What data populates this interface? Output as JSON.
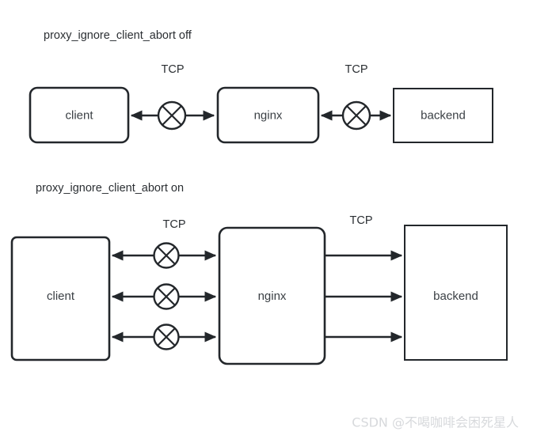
{
  "page": {
    "title": "proxy_ignore_client_abort nginx connection diagram",
    "background": "#ffffff",
    "stroke_color": "#23272b",
    "label_color": "#3b4045",
    "watermark_color": "#d7d9dc"
  },
  "sections": [
    {
      "id": "off",
      "heading": "proxy_ignore_client_abort off",
      "nodes": [
        {
          "id": "client",
          "label": "client",
          "shape": "rounded-rect"
        },
        {
          "id": "nginx",
          "label": "nginx",
          "shape": "rounded-rect"
        },
        {
          "id": "backend",
          "label": "backend",
          "shape": "rect"
        }
      ],
      "connections": [
        {
          "from": "client",
          "to": "nginx",
          "label": "TCP",
          "direction": "both",
          "marker": "x-circle"
        },
        {
          "from": "nginx",
          "to": "backend",
          "label": "TCP",
          "direction": "both",
          "marker": "x-circle"
        }
      ]
    },
    {
      "id": "on",
      "heading": "proxy_ignore_client_abort on",
      "nodes": [
        {
          "id": "client",
          "label": "client",
          "shape": "rounded-rect"
        },
        {
          "id": "nginx",
          "label": "nginx",
          "shape": "rounded-rect"
        },
        {
          "id": "backend",
          "label": "backend",
          "shape": "rect"
        }
      ],
      "connections": [
        {
          "from": "client",
          "to": "nginx",
          "label": "TCP",
          "direction": "both",
          "marker": "x-circle",
          "count": 3
        },
        {
          "from": "nginx",
          "to": "backend",
          "label": "TCP",
          "direction": "right",
          "marker": "none",
          "count": 3
        }
      ]
    }
  ],
  "labels": {
    "tcp": "TCP",
    "client": "client",
    "nginx": "nginx",
    "backend": "backend"
  },
  "watermark": {
    "text": "CSDN @不喝咖啡会困死星人"
  }
}
